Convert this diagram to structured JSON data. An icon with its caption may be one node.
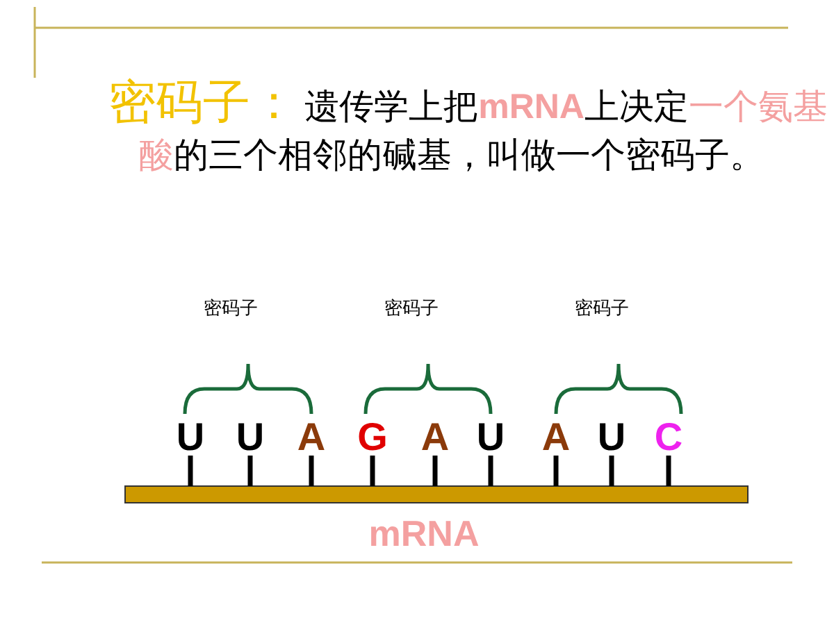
{
  "diagram": {
    "title": "密码子：",
    "labels": [
      "遗传学上把**mRNA**上决定**一个氨基酸**的三个相邻的碱基，叫做一个密码子。",
      "密码子",
      "密码子",
      "密码子",
      "U",
      "U",
      "A",
      "G",
      "A",
      "U",
      "A",
      "U",
      "C",
      "mRNA"
    ]
  }
}
